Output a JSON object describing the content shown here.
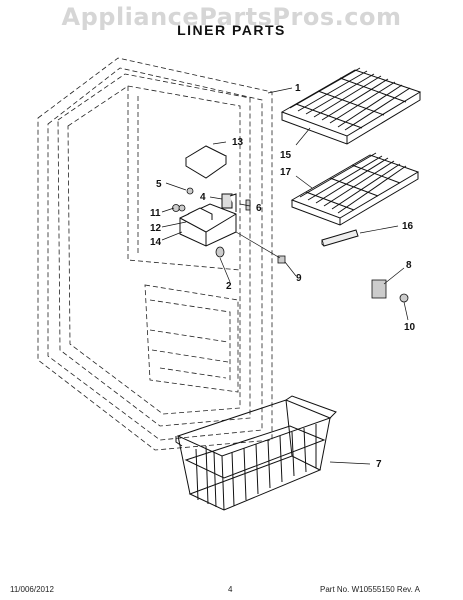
{
  "watermark": "AppliancePartsPros.com",
  "title": "LINER PARTS",
  "callouts": {
    "c1": "1",
    "c2": "2",
    "c4": "4",
    "c5": "5",
    "c6": "6",
    "c7": "7",
    "c8": "8",
    "c9": "9",
    "c10": "10",
    "c11": "11",
    "c12": "12",
    "c13": "13",
    "c14": "14",
    "c15": "15",
    "c16": "16",
    "c17": "17"
  },
  "footer": {
    "date": "11/006/2012",
    "page": "4",
    "part_number": "Part No.  W10555150  Rev.  A"
  }
}
